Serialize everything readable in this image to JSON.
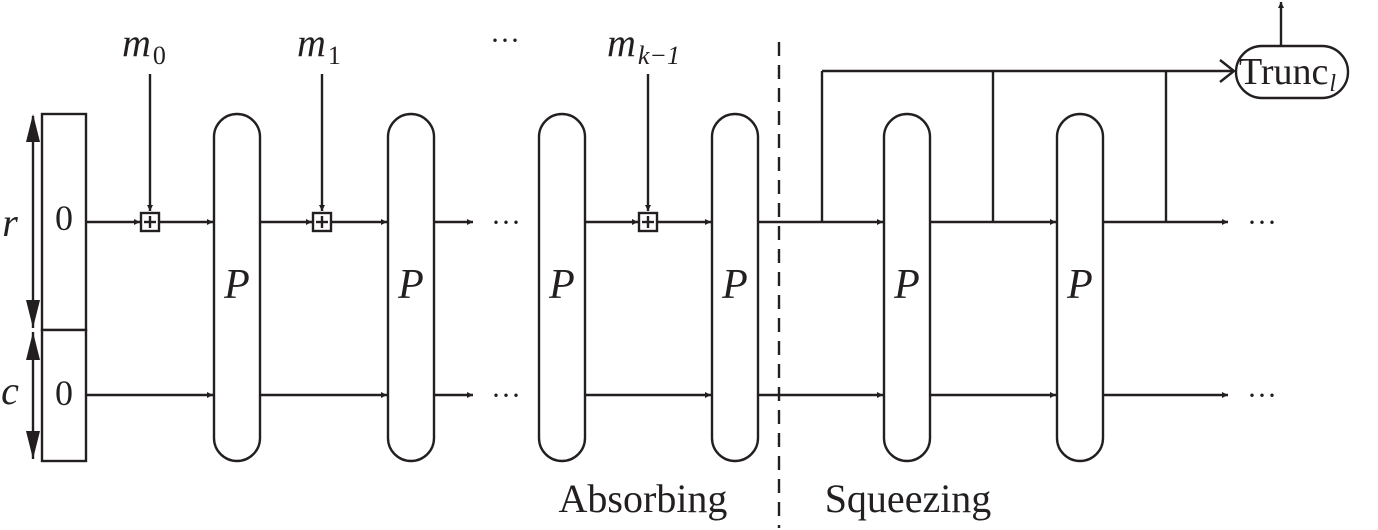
{
  "state": {
    "rate_label": "r",
    "capacity_label": "c",
    "rate_init": "0",
    "capacity_init": "0"
  },
  "messages": [
    {
      "base": "m",
      "sub": "0"
    },
    {
      "base": "m",
      "sub": "1"
    },
    {
      "base": "m",
      "sub": "k−1"
    }
  ],
  "permutation_label": "P",
  "ellipsis": "···",
  "truncate": {
    "base": "Trunc",
    "sub": "l"
  },
  "phases": {
    "absorbing": "Absorbing",
    "squeezing": "Squeezing"
  },
  "colors": {
    "ink": "#231f20",
    "background": "#ffffff"
  }
}
